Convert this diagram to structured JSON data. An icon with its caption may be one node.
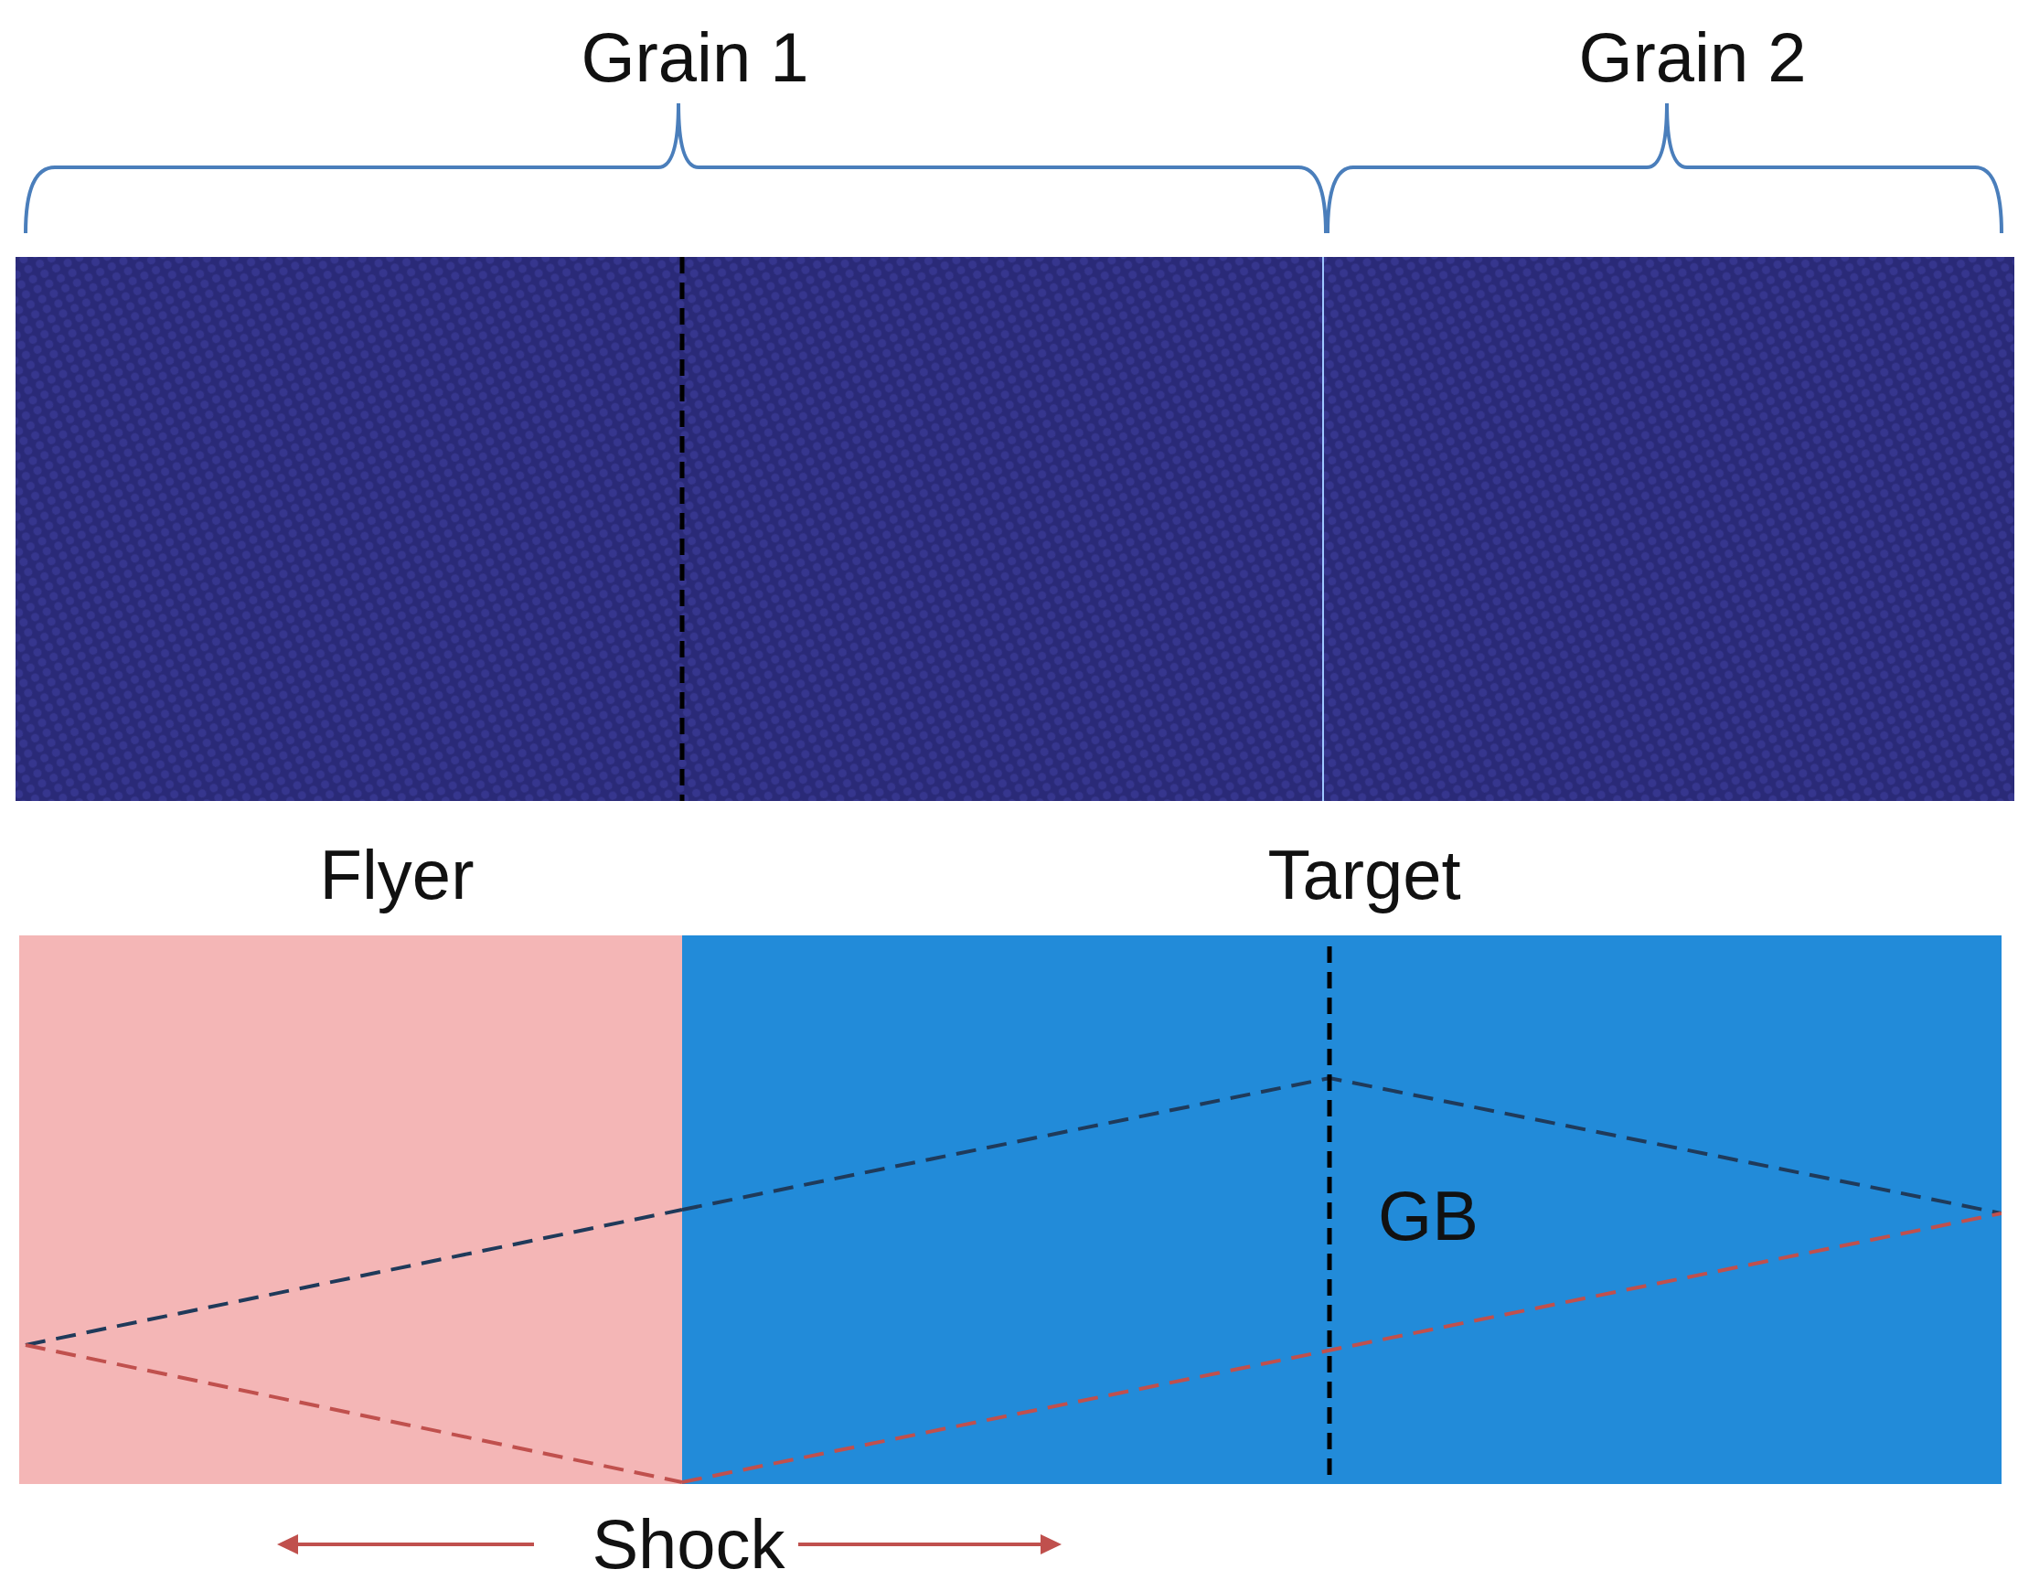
{
  "diagram": {
    "nodes": [
      {
        "text": [
          "Flyer"
        ]
      },
      {
        "text": [
          "Target"
        ]
      }
    ],
    "labels": [
      "Grain 1",
      "Grain 2",
      "GB",
      "Shock"
    ]
  }
}
